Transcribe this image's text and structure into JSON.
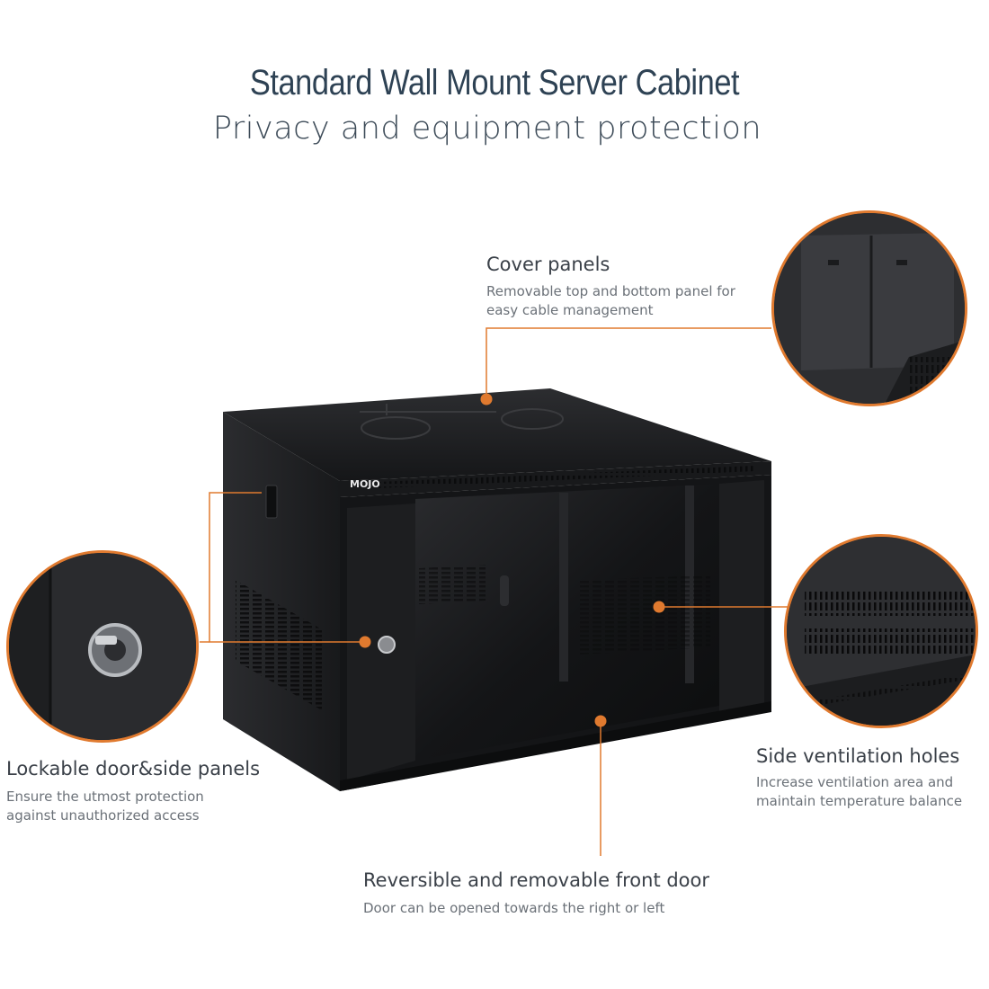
{
  "header": {
    "title": "Standard Wall Mount Server Cabinet",
    "subtitle": "Privacy and equipment protection"
  },
  "callouts": {
    "cover_panels": {
      "heading": "Cover panels",
      "desc_line1": "Removable top and bottom panel for",
      "desc_line2": "easy cable management"
    },
    "lockable": {
      "heading": "Lockable door&side panels",
      "desc_line1": "Ensure the utmost protection",
      "desc_line2": "against unauthorized access"
    },
    "ventilation": {
      "heading": "Side ventilation holes",
      "desc_line1": "Increase ventilation area and",
      "desc_line2": "maintain temperature balance"
    },
    "front_door": {
      "heading": "Reversible and removable front door",
      "desc_line1": "Door can be opened towards the right or left"
    }
  },
  "product": {
    "brand_logo": "MOJO"
  },
  "colors": {
    "accent": "#e07a2f",
    "title": "#2e4254",
    "cabinet": "#1b1c1e"
  }
}
